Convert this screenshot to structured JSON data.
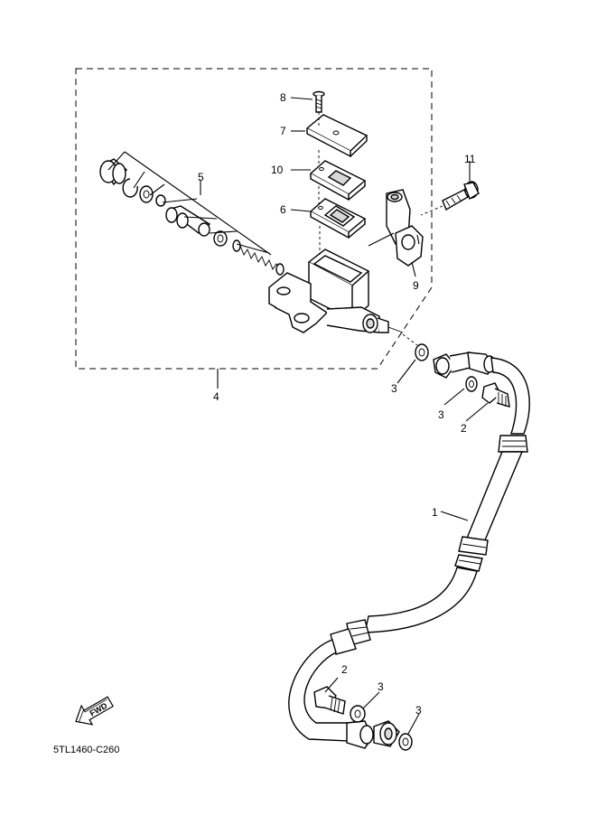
{
  "diagram_code": "5TL1460-C260",
  "fwd_label": "FWD",
  "callouts": {
    "c1": "1",
    "c2a": "2",
    "c2b": "2",
    "c3a": "3",
    "c3b": "3",
    "c3c": "3",
    "c3d": "3",
    "c4": "4",
    "c5": "5",
    "c6": "6",
    "c7": "7",
    "c8": "8",
    "c9": "9",
    "c10": "10",
    "c11": "11"
  }
}
